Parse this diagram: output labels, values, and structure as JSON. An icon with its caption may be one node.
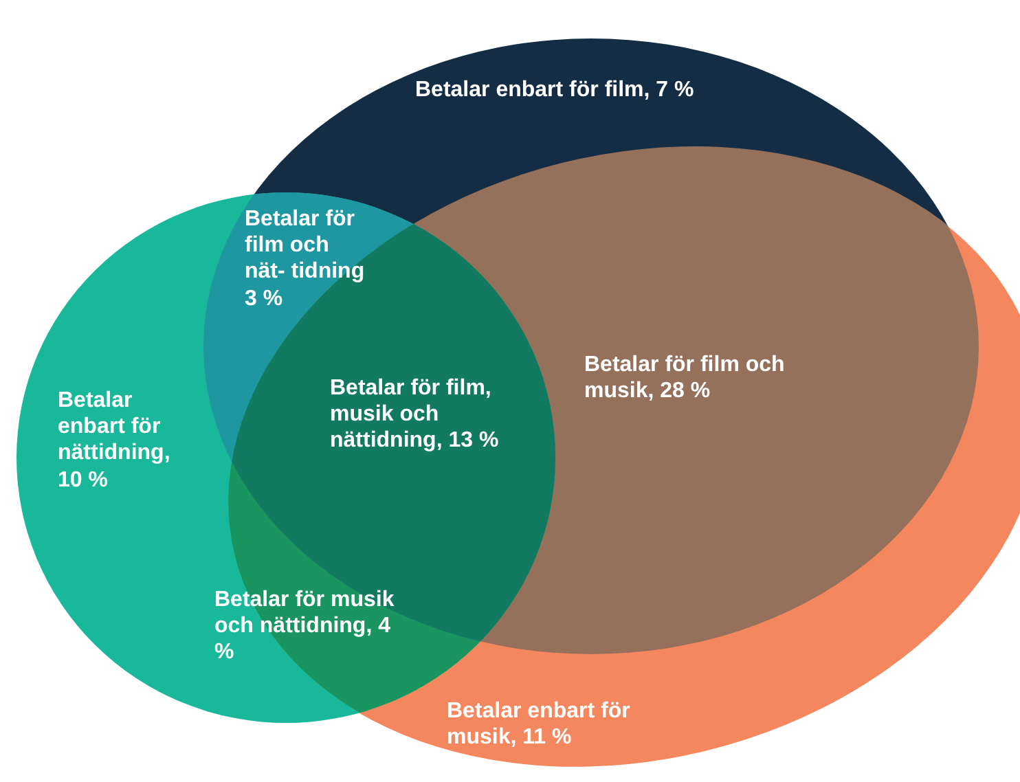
{
  "diagram": {
    "nodes": [
      {
        "text": [
          "Betalar enbart för film, 7 %"
        ]
      },
      {
        "text": [
          "Betalar enbart för musik, 11 %"
        ]
      },
      {
        "text": [
          "Betalar enbart för nättidning, 10 %"
        ]
      }
    ],
    "labels": [
      "Betalar för film och nät- tidning 3 %",
      "Betalar för film, musik och nättidning, 13 %",
      "Betalar för film och musik, 28 %",
      "Betalar för musik och nättidning, 4 %"
    ]
  }
}
